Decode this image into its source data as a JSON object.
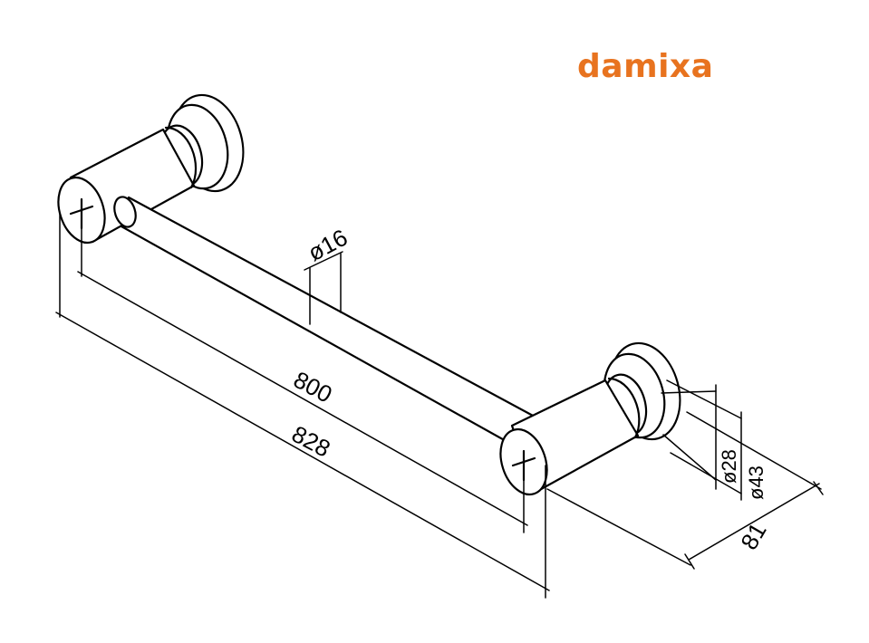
{
  "brand": {
    "name": "damixa",
    "color": "#E8731F"
  },
  "dimensions": {
    "bar_diameter": "ø16",
    "inner_length": "800",
    "overall_length": "828",
    "small_diameter": "ø28",
    "base_diameter": "ø43",
    "projection": "81"
  }
}
